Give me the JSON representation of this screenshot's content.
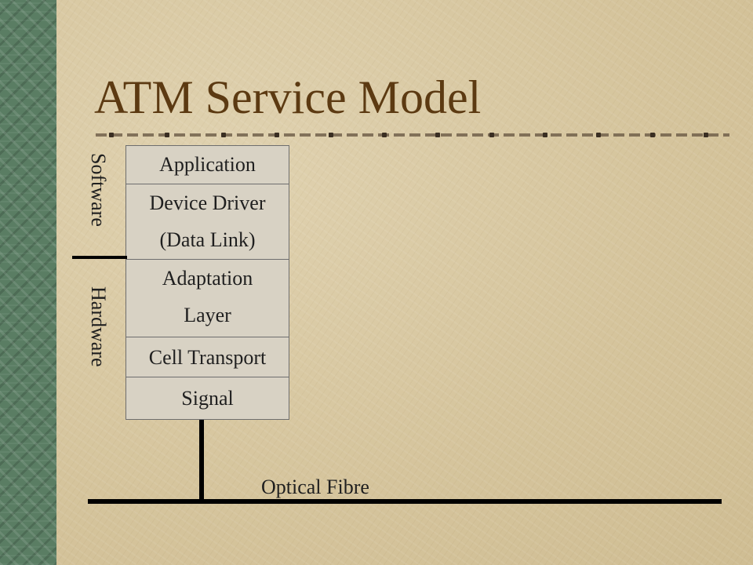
{
  "slide": {
    "title": "ATM Service Model"
  },
  "groups": {
    "software": "Software",
    "hardware": "Hardware"
  },
  "layers": [
    {
      "lines": [
        "Application"
      ]
    },
    {
      "lines": [
        "Device Driver",
        "(Data Link)"
      ]
    },
    {
      "lines": [
        "Adaptation",
        "Layer"
      ]
    },
    {
      "lines": [
        "Cell Transport"
      ]
    },
    {
      "lines": [
        "Signal"
      ]
    }
  ],
  "medium": {
    "label": "Optical Fibre"
  },
  "colors": {
    "title": "#5c3a12",
    "background": "#d9c9a3",
    "side_bar": "#5a7d63",
    "line": "#000000"
  }
}
